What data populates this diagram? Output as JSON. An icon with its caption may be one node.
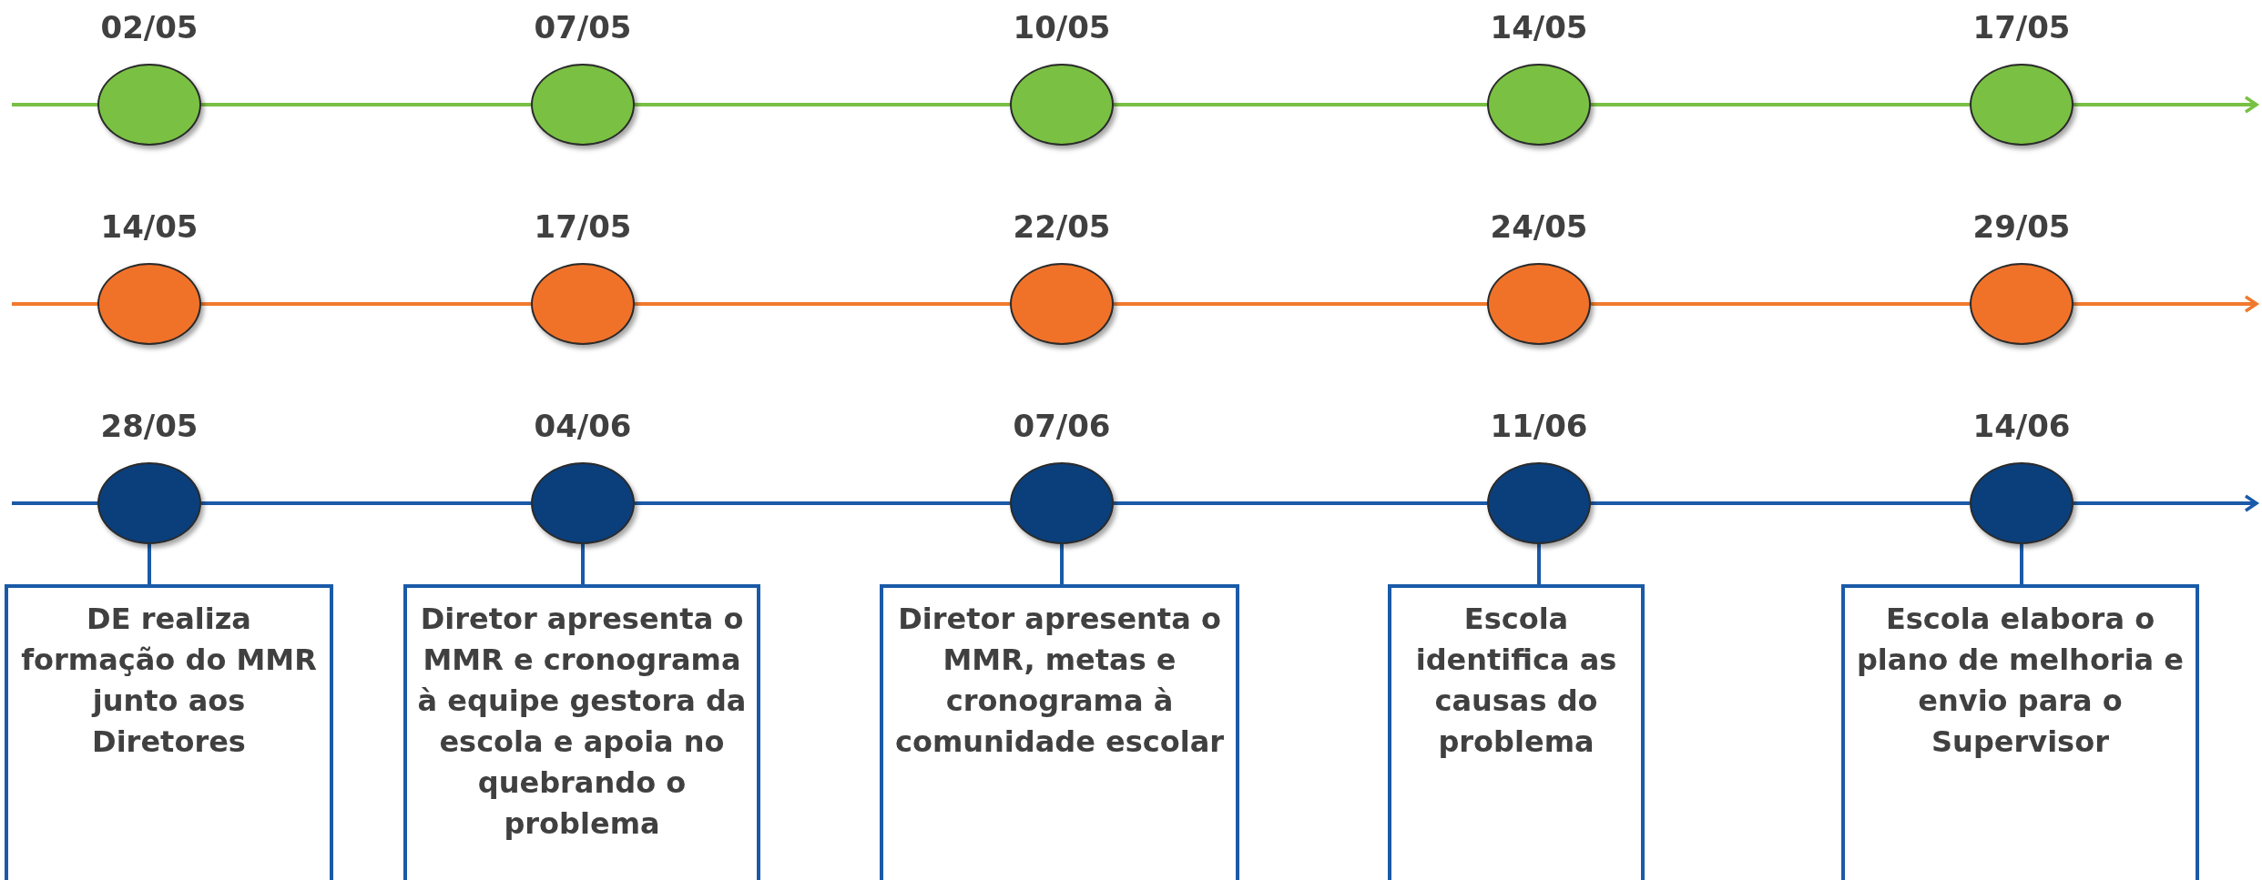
{
  "diagram": {
    "nodes": [
      {
        "text": [],
        "shape": "circle",
        "beside": [
          "02/05"
        ]
      },
      {
        "text": [],
        "shape": "circle",
        "beside": [
          "07/05"
        ]
      },
      {
        "text": [],
        "shape": "circle",
        "beside": [
          "10/05"
        ]
      },
      {
        "text": [],
        "shape": "circle",
        "beside": [
          "14/05"
        ]
      },
      {
        "text": [],
        "shape": "circle",
        "beside": [
          "17/05"
        ]
      },
      {
        "text": [],
        "shape": "circle",
        "beside": [
          "14/05"
        ]
      },
      {
        "text": [],
        "shape": "circle",
        "beside": [
          "17/05"
        ]
      },
      {
        "text": [],
        "shape": "circle",
        "beside": [
          "22/05"
        ]
      },
      {
        "text": [],
        "shape": "circle",
        "beside": [
          "24/05"
        ]
      },
      {
        "text": [],
        "shape": "circle",
        "beside": [
          "29/05"
        ]
      },
      {
        "text": [],
        "shape": "circle",
        "beside": [
          "28/05"
        ]
      },
      {
        "text": [],
        "shape": "circle",
        "beside": [
          "04/06"
        ]
      },
      {
        "text": [],
        "shape": "circle",
        "beside": [
          "07/06"
        ]
      },
      {
        "text": [],
        "shape": "circle",
        "beside": [
          "11/06"
        ]
      },
      {
        "text": [],
        "shape": "circle",
        "beside": [
          "14/06"
        ]
      },
      {
        "text": [
          "DE realiza formação do MMR junto aos Diretores"
        ]
      },
      {
        "text": [
          "Diretor apresenta o MMR e cronograma à equipe gestora da escola e apoia no quebrando o problema"
        ]
      },
      {
        "text": [
          "Diretor apresenta o MMR, metas  e cronograma à comunidade escolar"
        ]
      },
      {
        "text": [
          "Escola identifica as causas do problema"
        ]
      },
      {
        "text": [
          "Escola elabora o plano de melhoria e envio para o Supervisor"
        ]
      }
    ],
    "edges": [
      {
        "from": null,
        "to": 0,
        "arrow": "none",
        "color": "#78c043"
      },
      {
        "from": 0,
        "to": 1,
        "arrow": "none",
        "color": "#78c043"
      },
      {
        "from": 1,
        "to": 2,
        "arrow": "none",
        "color": "#78c043"
      },
      {
        "from": 2,
        "to": 3,
        "arrow": "none",
        "color": "#78c043"
      },
      {
        "from": 3,
        "to": 4,
        "arrow": "none",
        "color": "#78c043"
      },
      {
        "from": 4,
        "to": null,
        "arrow": "to",
        "color": "#78c043"
      },
      {
        "from": null,
        "to": 5,
        "arrow": "none",
        "color": "#f07a2c"
      },
      {
        "from": 5,
        "to": 6,
        "arrow": "none",
        "color": "#f07a2c"
      },
      {
        "from": 6,
        "to": 7,
        "arrow": "none",
        "color": "#f07a2c"
      },
      {
        "from": 7,
        "to": 8,
        "arrow": "none",
        "color": "#f07a2c"
      },
      {
        "from": 8,
        "to": 9,
        "arrow": "none",
        "color": "#f07a2c"
      },
      {
        "from": 9,
        "to": null,
        "arrow": "to",
        "color": "#f07a2c"
      },
      {
        "from": null,
        "to": 10,
        "arrow": "none"
      },
      {
        "from": 10,
        "to": 11,
        "arrow": "none"
      },
      {
        "from": 11,
        "to": 12,
        "arrow": "none"
      },
      {
        "from": 12,
        "to": 13,
        "arrow": "none"
      },
      {
        "from": 13,
        "to": 14,
        "arrow": "none"
      },
      {
        "from": 14,
        "to": null,
        "arrow": "to"
      },
      {
        "from": 10,
        "to": 15,
        "arrow": "none"
      },
      {
        "from": 11,
        "to": 16,
        "arrow": "none"
      },
      {
        "from": 12,
        "to": 17,
        "arrow": "none"
      },
      {
        "from": 13,
        "to": 18,
        "arrow": "none"
      },
      {
        "from": 14,
        "to": 19,
        "arrow": "none"
      }
    ]
  }
}
